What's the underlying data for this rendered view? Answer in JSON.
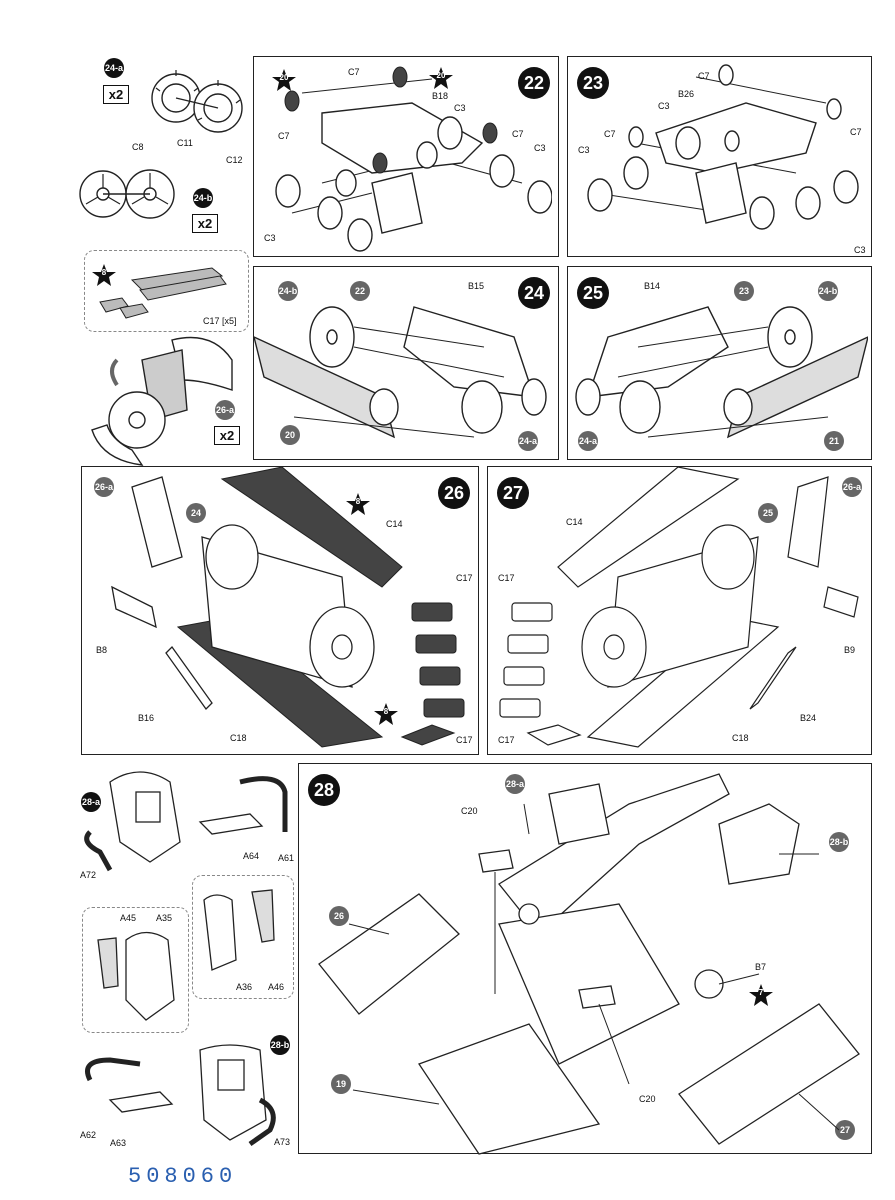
{
  "page_code": "508060",
  "colors": {
    "line": "#222222",
    "dark_part": "#3a3a3a",
    "mid_part": "#8a8a8a",
    "ref_circle": "#666666",
    "code": "#2a5fb0"
  },
  "left_column": {
    "step_24a": {
      "ref": "24-a",
      "mult": "x2",
      "parts": [
        "C11",
        "C12"
      ]
    },
    "step_24b": {
      "ref": "24-b",
      "mult": "x2",
      "parts": [
        "C8"
      ]
    },
    "step_26a": {
      "ref": "26-a",
      "mult": "x2",
      "star": "8",
      "parts": [
        "C17 [x5]"
      ]
    }
  },
  "panels": {
    "p22": {
      "step": "22",
      "star1": "20",
      "star2": "20",
      "labels": [
        "C7",
        "B18",
        "C3",
        "C7",
        "C7",
        "C3",
        "C3"
      ]
    },
    "p23": {
      "step": "23",
      "labels": [
        "C7",
        "B26",
        "C3",
        "C7",
        "C7",
        "C3",
        "C3"
      ]
    },
    "p24": {
      "step": "24",
      "refs": [
        "24-b",
        "22",
        "20",
        "24-a"
      ],
      "labels": [
        "B15"
      ]
    },
    "p25": {
      "step": "25",
      "refs": [
        "23",
        "24-b",
        "24-a",
        "21"
      ],
      "labels": [
        "B14"
      ]
    },
    "p26": {
      "step": "26",
      "star": "8",
      "star2": "8",
      "refs": [
        "26-a",
        "24"
      ],
      "labels": [
        "C14",
        "C17",
        "B8",
        "B16",
        "C18",
        "C17"
      ]
    },
    "p27": {
      "step": "27",
      "refs": [
        "26-a",
        "25"
      ],
      "labels": [
        "C14",
        "C17",
        "B9",
        "B24",
        "C18",
        "C17"
      ]
    },
    "p28": {
      "step": "28",
      "star": "7",
      "refs": [
        "28-a",
        "28-b",
        "26",
        "19",
        "27"
      ],
      "labels": [
        "C20",
        "B7",
        "C20"
      ]
    }
  },
  "seats": {
    "s28a": {
      "ref": "28-a",
      "labels": [
        "A72",
        "A64",
        "A61"
      ]
    },
    "sub": {
      "labels": [
        "A45",
        "A35",
        "A36",
        "A46"
      ]
    },
    "s28b": {
      "ref": "28-b",
      "labels": [
        "A62",
        "A63",
        "A73"
      ]
    }
  }
}
